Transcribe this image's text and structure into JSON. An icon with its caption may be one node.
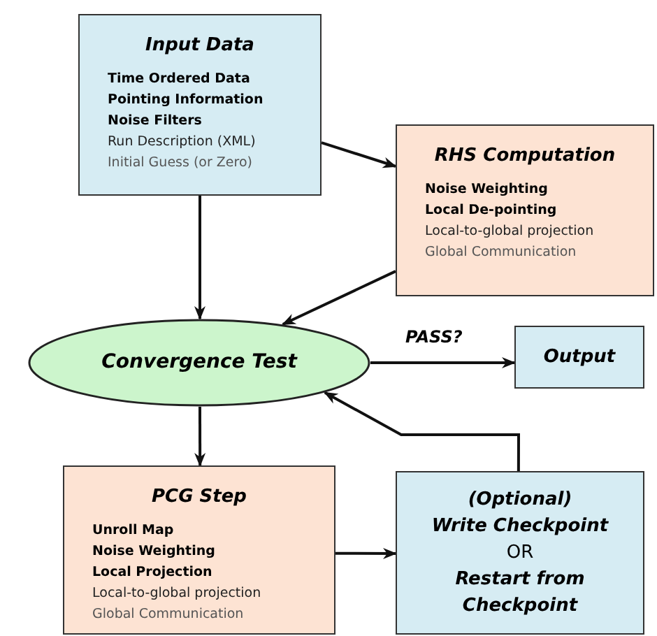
{
  "diagram": {
    "nodes": [
      {
        "text": [
          "Input Data",
          "Time Ordered Data",
          "Pointing Information",
          "Noise Filters",
          "Run Description (XML)",
          "Initial Guess (or Zero)"
        ]
      },
      {
        "text": [
          "RHS Computation",
          "Noise Weighting",
          "Local De-pointing",
          "Local-to-global projection",
          "Global Communication"
        ]
      },
      {
        "text": [
          "Convergence Test"
        ]
      },
      {
        "text": [
          "Output"
        ]
      },
      {
        "text": [
          "PCG Step",
          "Unroll Map",
          "Noise Weighting",
          "Local Projection",
          "Local-to-global projection",
          "Global Communication"
        ]
      },
      {
        "text": [
          "(Optional)",
          "Write Checkpoint",
          "OR",
          "Restart from Checkpoint"
        ]
      }
    ],
    "edges": [
      {
        "from": 0,
        "to": 2,
        "arrow": "to"
      },
      {
        "from": 0,
        "to": 1,
        "arrow": "to"
      },
      {
        "from": 1,
        "to": 2,
        "arrow": "to"
      },
      {
        "from": 2,
        "to": 3,
        "arrow": "to",
        "label": "PASS?"
      },
      {
        "from": 2,
        "to": 4,
        "arrow": "to"
      },
      {
        "from": 4,
        "to": 5,
        "arrow": "to"
      },
      {
        "from": 5,
        "to": 2,
        "arrow": "to"
      }
    ]
  }
}
